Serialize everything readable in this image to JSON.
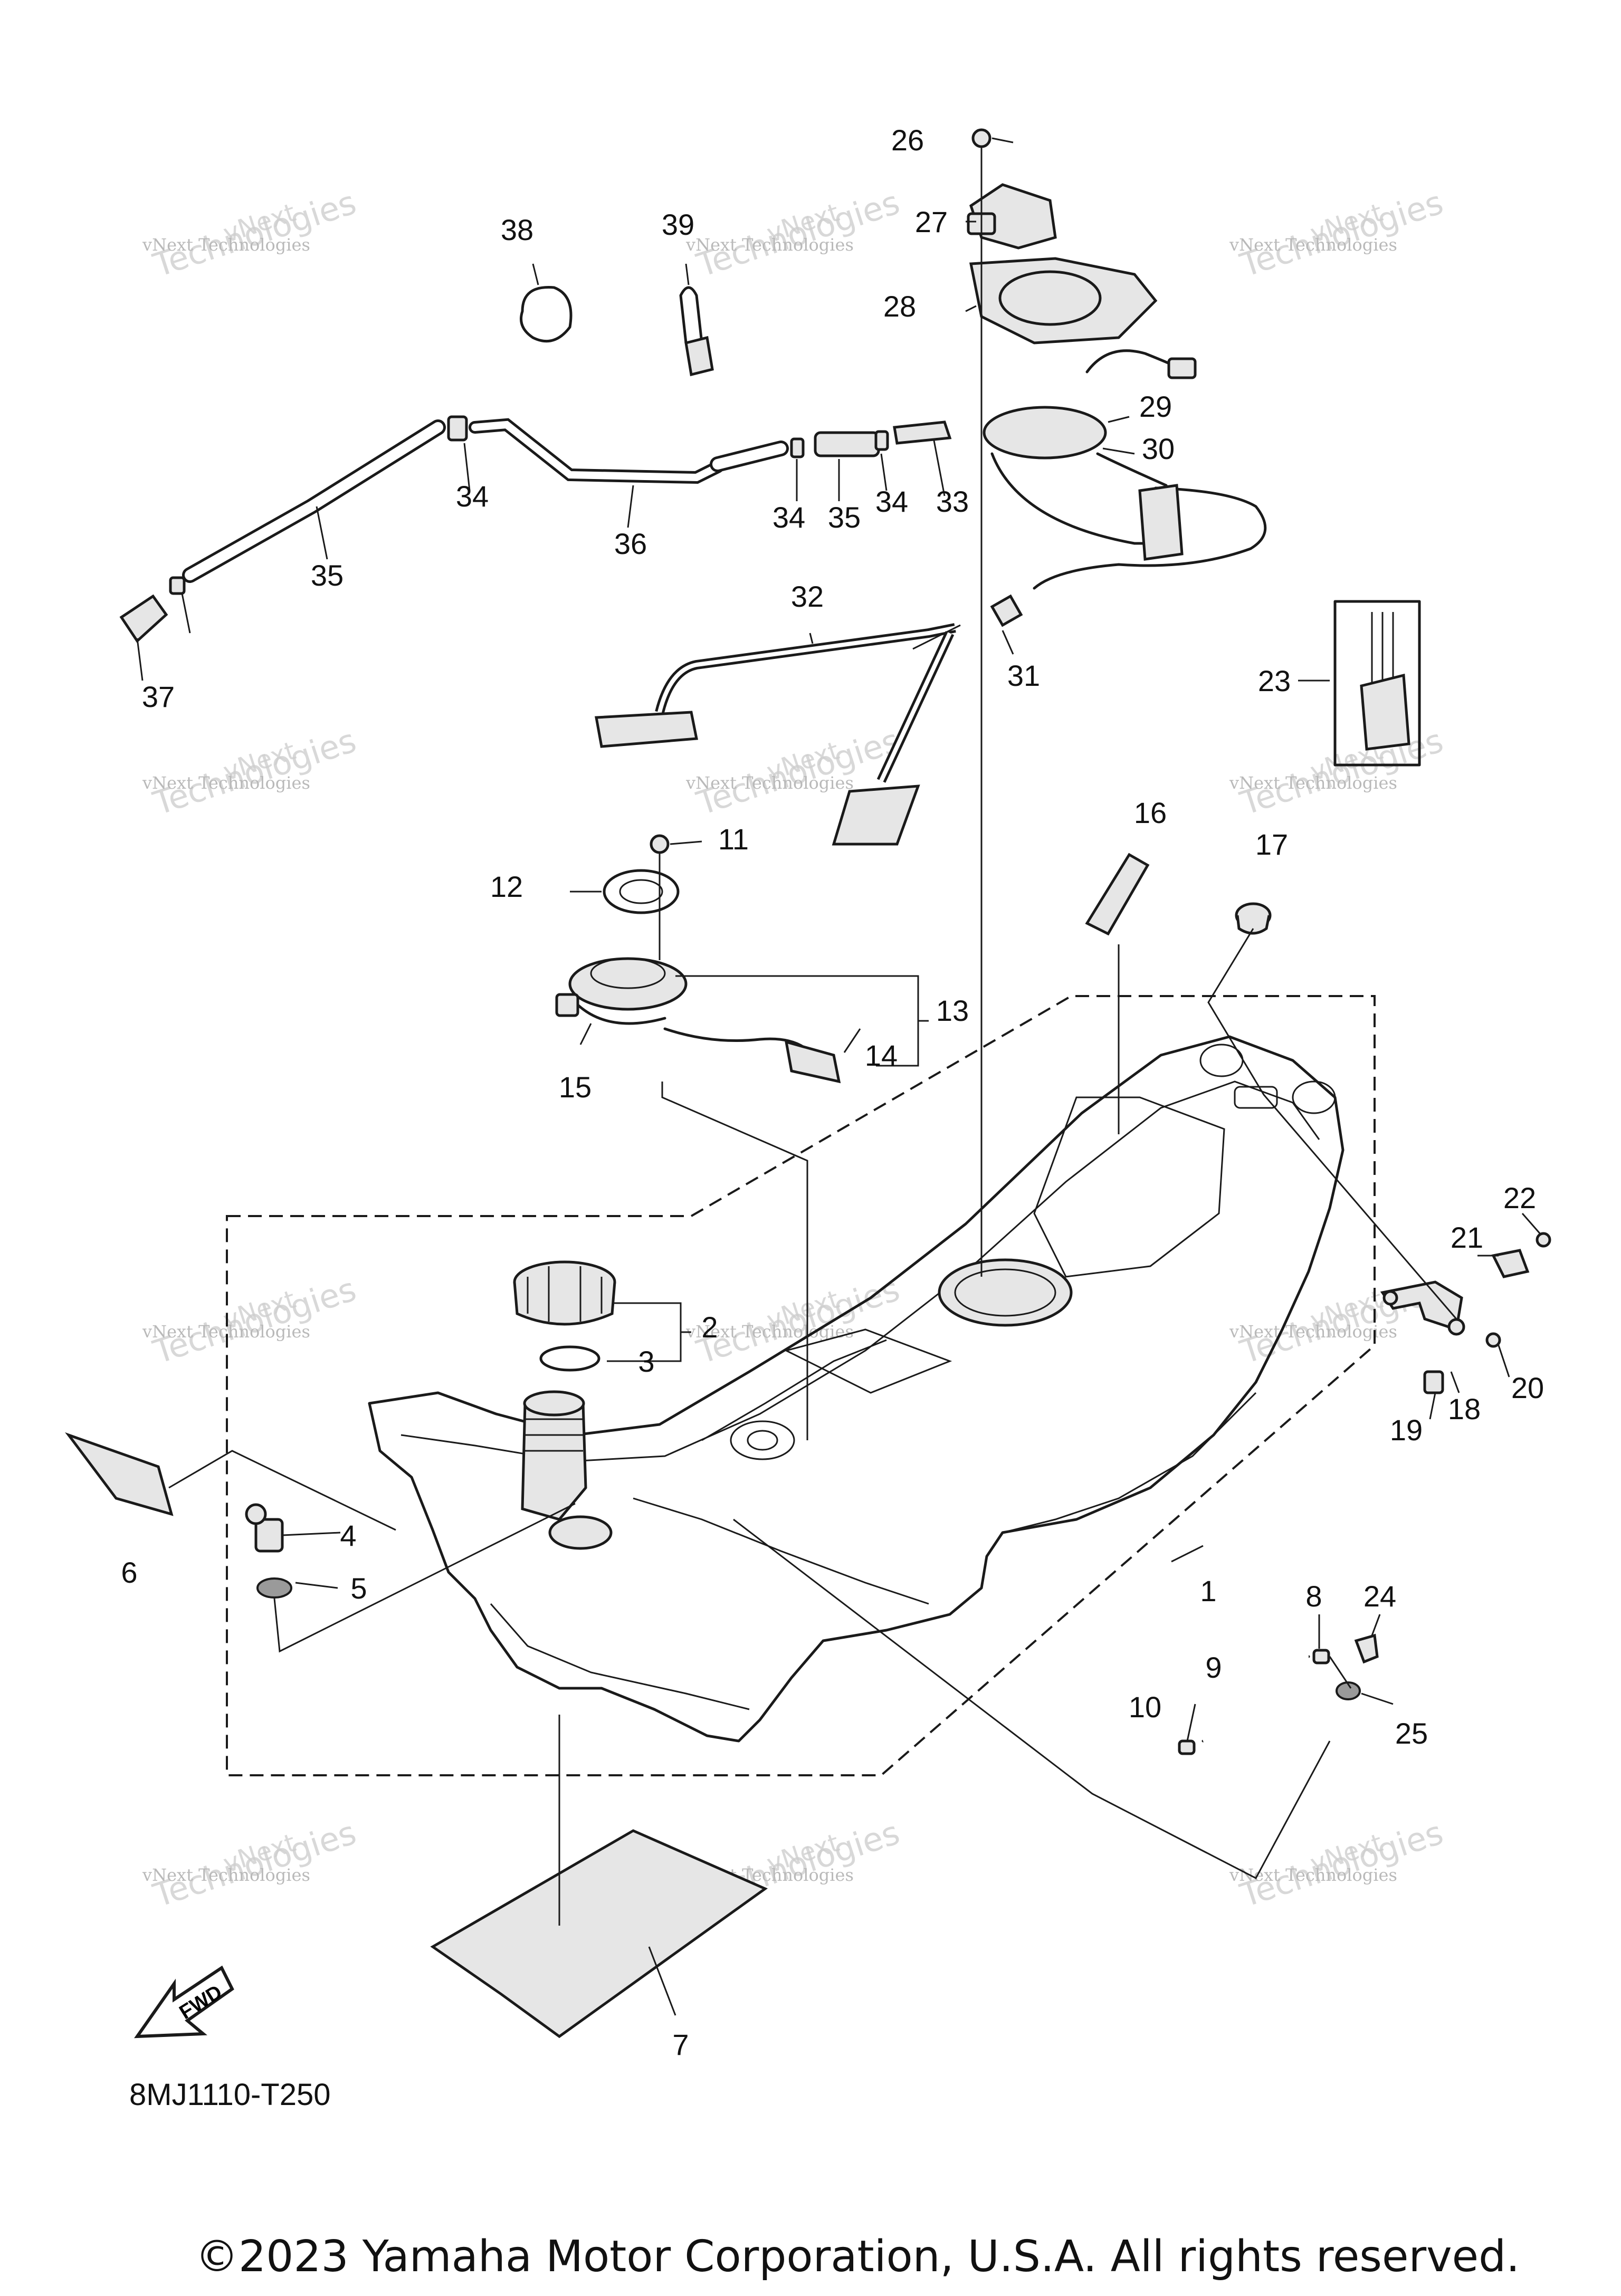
{
  "diagram": {
    "part_code": "8MJ1110-T250",
    "copyright": "©2023 Yamaha Motor Corporation, U.S.A. All rights reserved.",
    "fwd_label": "FWD",
    "watermark": {
      "line1": "vNext Technologies",
      "line2": "Technologies",
      "corner": "vNext"
    },
    "callouts": [
      "1",
      "2",
      "3",
      "4",
      "5",
      "6",
      "7",
      "8",
      "9",
      "10",
      "11",
      "12",
      "13",
      "14",
      "15",
      "16",
      "17",
      "18",
      "19",
      "20",
      "21",
      "22",
      "23",
      "24",
      "25",
      "26",
      "27",
      "28",
      "29",
      "30",
      "31",
      "32",
      "33",
      "34",
      "34",
      "34",
      "35",
      "35",
      "36",
      "37",
      "38",
      "39"
    ]
  }
}
